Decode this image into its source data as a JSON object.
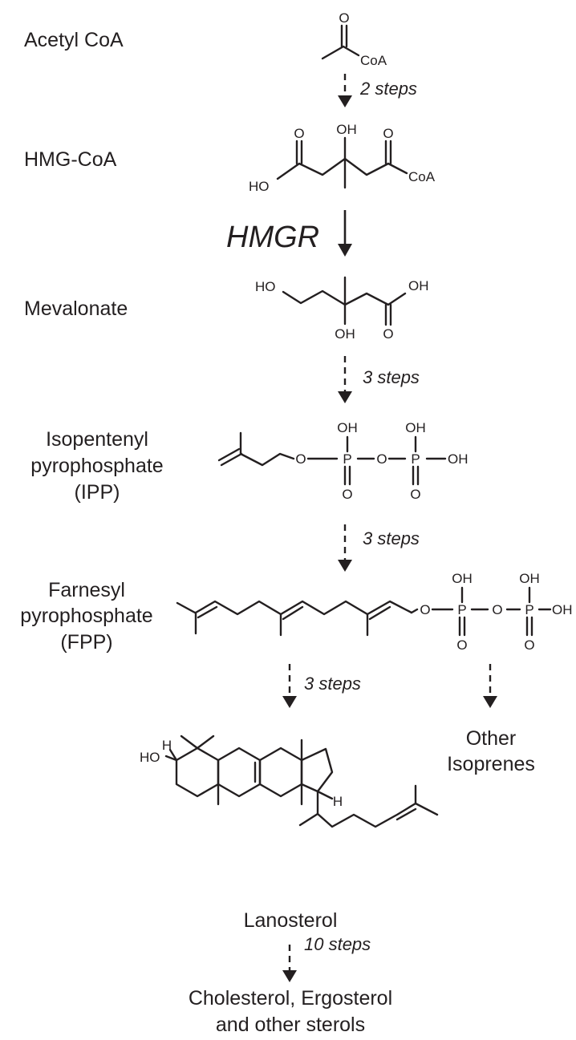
{
  "compounds": {
    "acetyl_coa": "Acetyl CoA",
    "hmg_coa": "HMG-CoA",
    "mevalonate": "Mevalonate",
    "ipp_line1": "Isopentenyl",
    "ipp_line2": "pyrophosphate",
    "ipp_line3": "(IPP)",
    "fpp_line1": "Farnesyl",
    "fpp_line2": "pyrophosphate",
    "fpp_line3": "(FPP)",
    "other_line1": "Other",
    "other_line2": "Isoprenes",
    "lanosterol": "Lanosterol",
    "sterols_line1": "Cholesterol, Ergosterol",
    "sterols_line2": "and other sterols"
  },
  "steps": {
    "s1": "2 steps",
    "s2": "3 steps",
    "s3": "3 steps",
    "s4": "3 steps",
    "s5": "10 steps"
  },
  "enzyme": "HMGR",
  "atoms": {
    "o": "O",
    "oh": "OH",
    "ho": "HO",
    "coa": "CoA",
    "p": "P",
    "h": "H"
  }
}
